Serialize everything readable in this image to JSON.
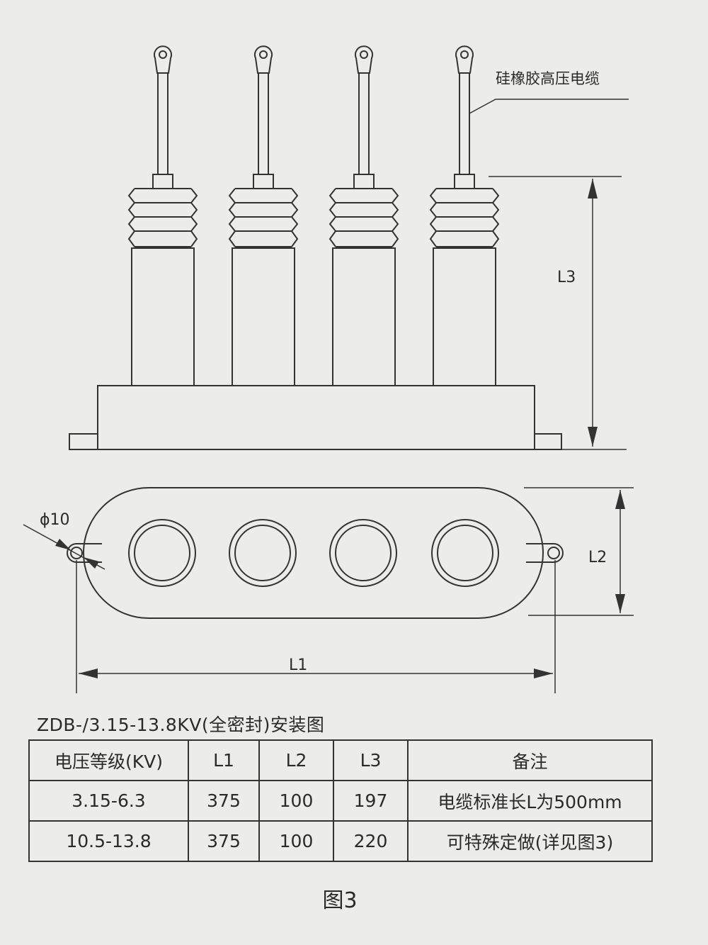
{
  "labels": {
    "cable": "硅橡胶高压电缆",
    "dim_l3": "L3",
    "dim_l2": "L2",
    "dim_l1": "L1",
    "hole": "ϕ10"
  },
  "caption": "ZDB-/3.15-13.8KV(全密封)安装图",
  "table": {
    "headers": [
      "电压等级(KV)",
      "L1",
      "L2",
      "L3",
      "备注"
    ],
    "rows": [
      [
        "3.15-6.3",
        "375",
        "100",
        "197",
        "电缆标准长L为500mm"
      ],
      [
        "10.5-13.8",
        "375",
        "100",
        "220",
        "可特殊定做(详见图3)"
      ]
    ]
  },
  "figure_label": "图3"
}
